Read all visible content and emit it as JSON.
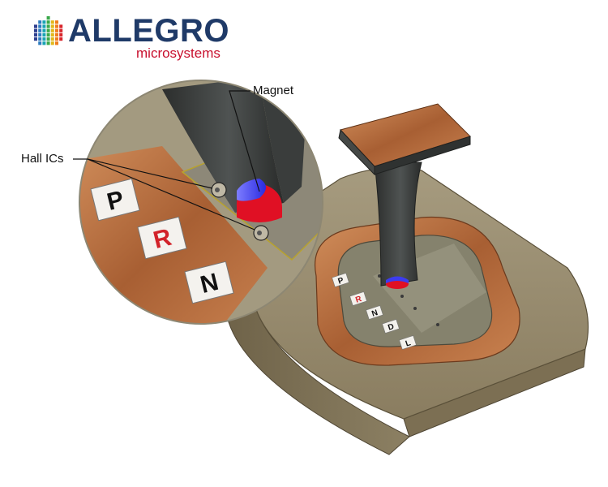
{
  "brand": {
    "name": "ALLEGRO",
    "tagline": "microsystems",
    "name_color": "#1f3a68",
    "tagline_color": "#c8102e"
  },
  "callouts": {
    "magnet": "Magnet",
    "hall_ics": "Hall ICs"
  },
  "gear_positions": {
    "zoomed": [
      "P",
      "R",
      "N"
    ],
    "shifter": [
      "P",
      "R",
      "N",
      "D",
      "L"
    ]
  },
  "colors": {
    "console": "#8d7f62",
    "console_dark": "#6e6249",
    "console_top": "#a2977b",
    "wood": "#b0673a",
    "wood_light": "#cf8e5c",
    "wood_dark": "#7d4421",
    "stick": "#3b3e3d",
    "stick_light": "#5c605e",
    "plate": "#8e8b76",
    "magnet_blue": "#3c3cf0",
    "magnet_red": "#e01024",
    "selected_gear": "#d2232a",
    "gear_text": "#111111"
  }
}
